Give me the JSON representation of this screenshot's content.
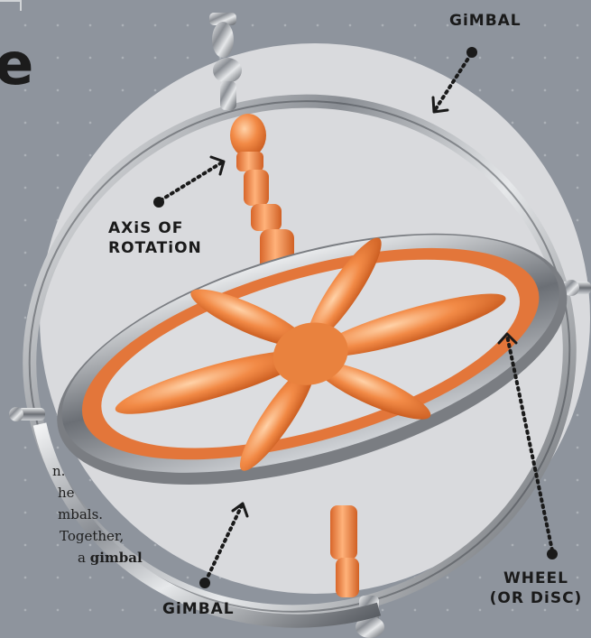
{
  "heading_fragment": "e",
  "labels": {
    "gimbal_top": "GiMBAL",
    "axis_line1": "AXiS OF",
    "axis_line2": "ROTATiON",
    "gimbal_bottom": "GiMBAL",
    "wheel_line1": "WHEEL",
    "wheel_line2": "(OR DiSC)"
  },
  "body_text": {
    "line1": "n.",
    "line2": "he",
    "line3": "mbals.",
    "line4": "Together,",
    "line5_prefix": "a ",
    "line5_bold": "gimbal"
  },
  "colors": {
    "background": "#8e949d",
    "halo": "#d9dadd",
    "rotor_orange": "#f08a4a",
    "metal": "#b8bcc2"
  }
}
